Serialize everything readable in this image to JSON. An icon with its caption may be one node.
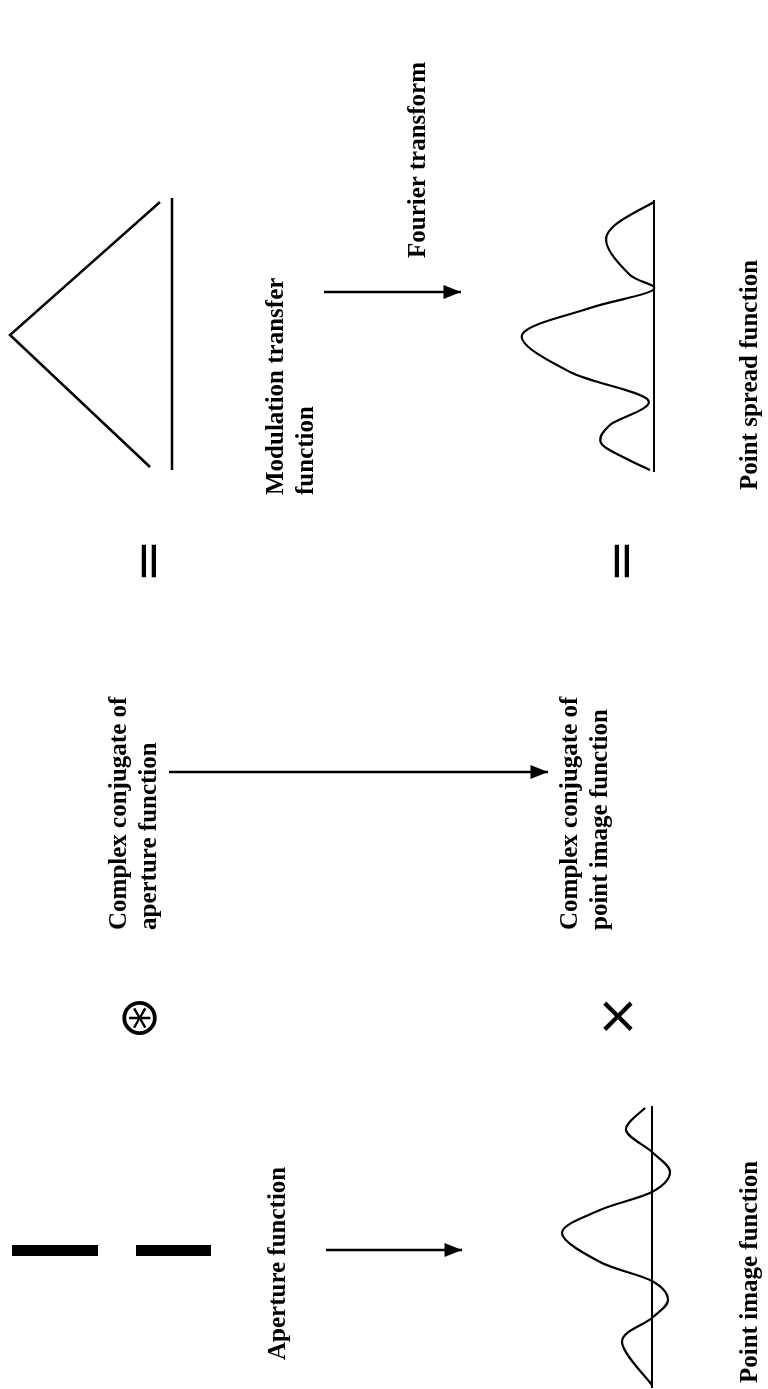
{
  "diagram": {
    "nodes": [
      {
        "text": [
          "Aperture function"
        ]
      },
      {
        "text": [
          "Point image function"
        ]
      },
      {
        "text": [
          "Complex conjugate of aperture function"
        ]
      },
      {
        "text": [
          "Complex conjugate of point image function"
        ]
      },
      {
        "text": [
          "Modulation transfer function"
        ]
      },
      {
        "text": [
          "Point spread function"
        ]
      }
    ],
    "edges": [
      {
        "from": 0,
        "to": 1,
        "arrow": "to"
      },
      {
        "from": 2,
        "to": 3,
        "arrow": "to"
      },
      {
        "from": 4,
        "to": 5,
        "arrow": "to",
        "label": "Fourier transform"
      }
    ],
    "labels": [
      "⊛",
      "×",
      "=",
      "="
    ]
  }
}
